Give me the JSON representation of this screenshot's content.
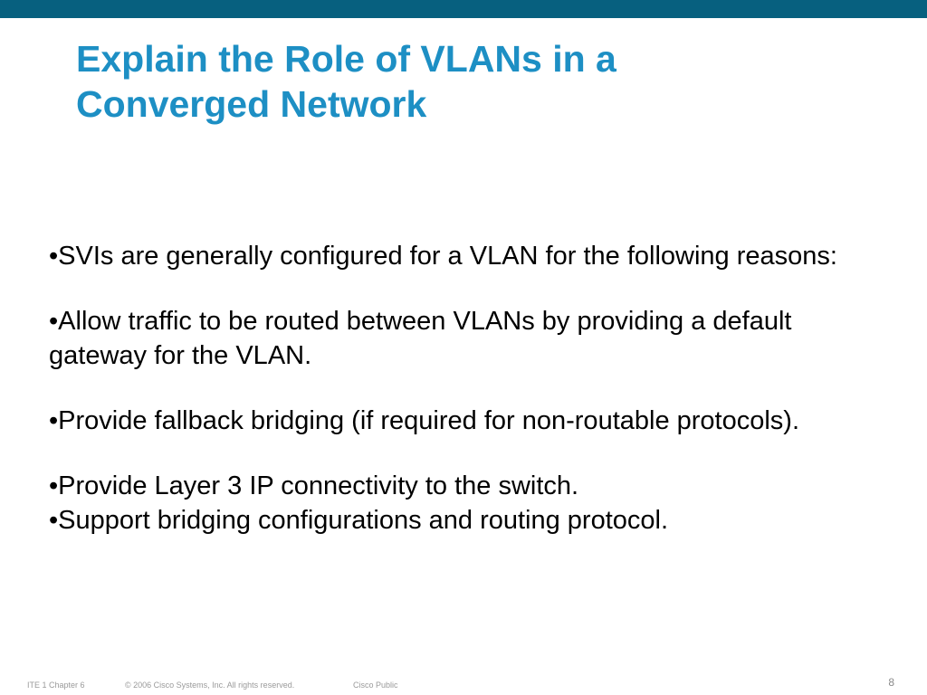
{
  "slide": {
    "title_line1": "Explain the Role of VLANs in a",
    "title_line2": "Converged Network",
    "bullets": [
      "•SVIs are generally configured for a VLAN for the following reasons:",
      "•Allow traffic to be routed between VLANs by providing a default gateway for the VLAN.",
      "•Provide fallback bridging (if required for non-routable protocols).",
      "•Provide Layer 3 IP connectivity to the switch.",
      "•Support bridging configurations and routing protocol."
    ]
  },
  "footer": {
    "course": "ITE 1 Chapter 6",
    "copyright": "© 2006 Cisco Systems, Inc. All rights reserved.",
    "classification": "Cisco Public",
    "page_number": "8"
  },
  "colors": {
    "top_bar": "#07607f",
    "title": "#1d8fc4"
  }
}
